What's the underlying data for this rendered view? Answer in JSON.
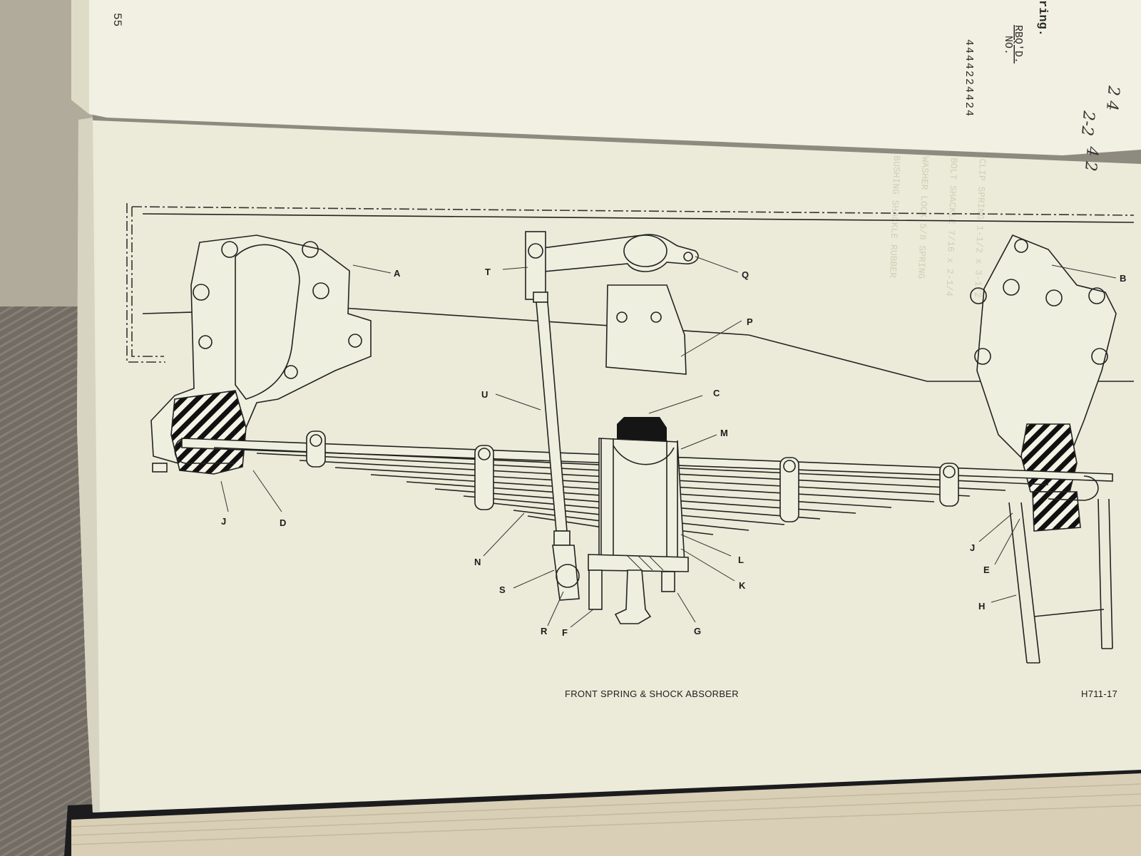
{
  "top_page": {
    "page_number": "55",
    "heading_fragment": "ring.",
    "column_header_line1": "NO.",
    "column_header_line2": "RBQ'D.",
    "quantities": [
      "4",
      "4",
      "4",
      "4",
      "2",
      "2",
      "4",
      "4",
      "2",
      "4"
    ]
  },
  "handwritten_notes": [
    "2 4",
    "2-2",
    "4 2"
  ],
  "diagram": {
    "caption": "FRONT SPRING & SHOCK ABSORBER",
    "figure_id": "H711-17",
    "callouts": [
      "A",
      "B",
      "C",
      "D",
      "E",
      "F",
      "G",
      "H",
      "J",
      "J",
      "K",
      "L",
      "M",
      "N",
      "P",
      "Q",
      "R",
      "S",
      "T",
      "U"
    ]
  },
  "colors": {
    "page": "#ecebd9",
    "top_page": "#f1f0e2",
    "background": "#6f6a62",
    "ink": "#1d1d1d"
  }
}
